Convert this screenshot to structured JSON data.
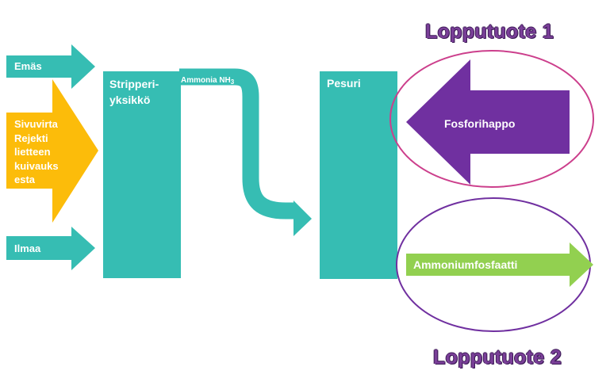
{
  "inputs": {
    "emas": "Emäs",
    "sivuvirta": [
      "Sivuvirta",
      "Rejekti",
      "lietteen",
      "kuivauks",
      "esta"
    ],
    "ilmaa": "Ilmaa"
  },
  "units": {
    "stripper": [
      "Stripperi-",
      "yksikkö"
    ],
    "pesuri": "Pesuri"
  },
  "flow": {
    "ammonia_text": "Ammonia NH",
    "ammonia_sub": "3"
  },
  "products": {
    "fosforihappo": "Fosforihappo",
    "ammoniumfosfaatti": "Ammoniumfosfaatti",
    "title1": "Lopputuote 1",
    "title2": "Lopputuote 2"
  },
  "colors": {
    "teal": "#36bdb3",
    "orange": "#fcbc0a",
    "purple": "#7030a0",
    "green": "#92d050",
    "ellipse1": "#cc3f8c",
    "ellipse2": "#7030a0"
  }
}
